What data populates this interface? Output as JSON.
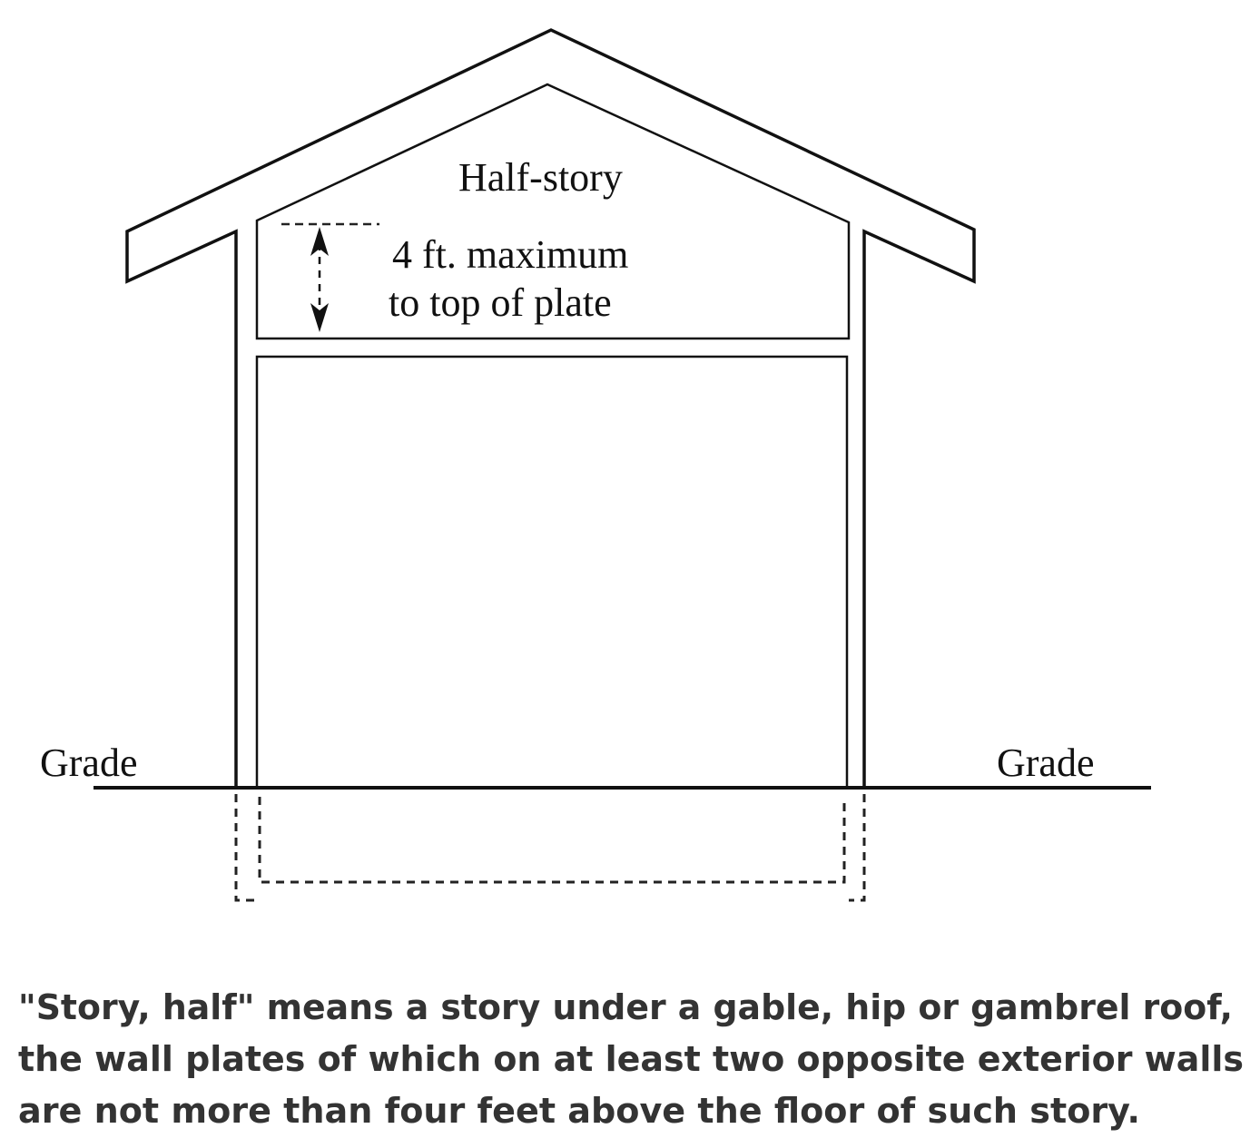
{
  "diagram": {
    "half_story_label": "Half-story",
    "dimension_line1": "4 ft. maximum",
    "dimension_line2": "to top of plate",
    "grade_left": "Grade",
    "grade_right": "Grade"
  },
  "caption": {
    "line1": "\"Story, half\" means a story under a gable, hip or gambrel roof,",
    "line2": "the wall plates of which on at least two opposite exterior walls",
    "line3": "are not more than four feet above the floor of such story."
  },
  "colors": {
    "line": "#111111",
    "caption": "#333333"
  }
}
